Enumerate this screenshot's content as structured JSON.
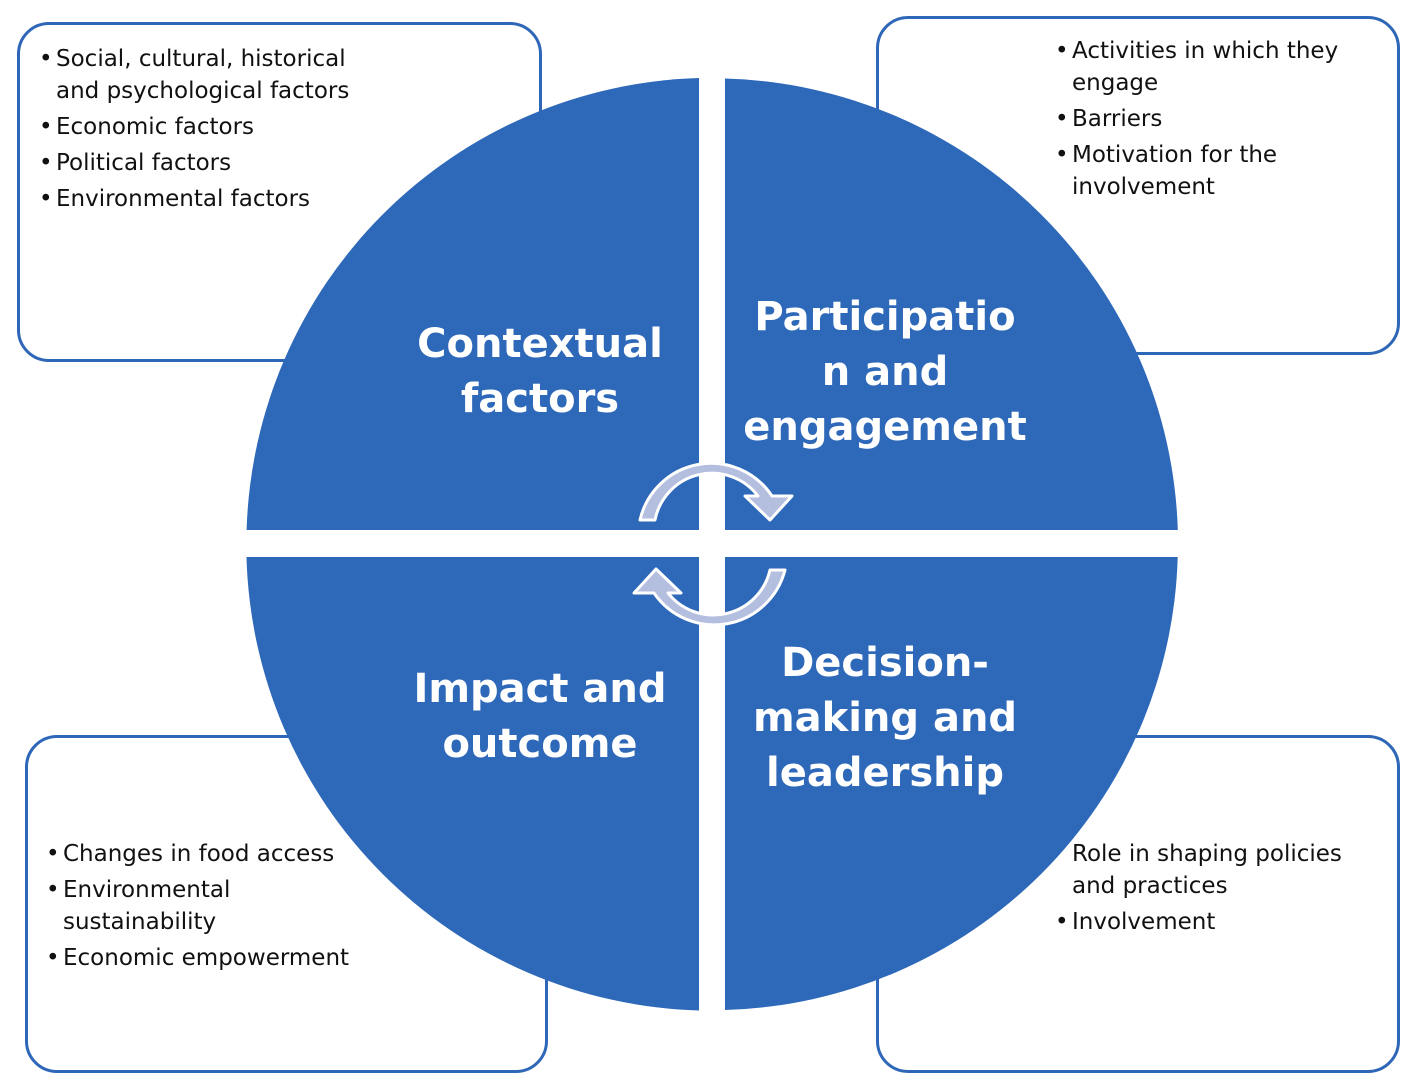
{
  "quadrants": {
    "top_left": {
      "title_lines": [
        "Contextual",
        "factors"
      ]
    },
    "top_right": {
      "title_lines": [
        "Participatio",
        "n and",
        "engagement"
      ]
    },
    "bottom_left": {
      "title_lines": [
        "Impact and",
        "outcome"
      ]
    },
    "bottom_right": {
      "title_lines": [
        "Decision-",
        "making and",
        "leadership"
      ]
    }
  },
  "boxes": {
    "top_left": [
      "Social, cultural, historical and psychological factors",
      "Economic factors",
      "Political factors",
      "Environmental factors"
    ],
    "top_right": [
      "Activities in which they engage",
      "Barriers",
      "Motivation for the involvement"
    ],
    "bottom_left": [
      "Changes in food access",
      "Environmental sustainability",
      "Economic empowerment"
    ],
    "bottom_right": [
      "Role in shaping policies and practices",
      "Involvement"
    ]
  },
  "colors": {
    "circle_fill": "#2e68b9",
    "box_border": "#2f67b8",
    "arrow_fill": "#b4bedf",
    "arrow_stroke": "#ffffff"
  },
  "icons": [
    "cycle-arrow-icon"
  ]
}
